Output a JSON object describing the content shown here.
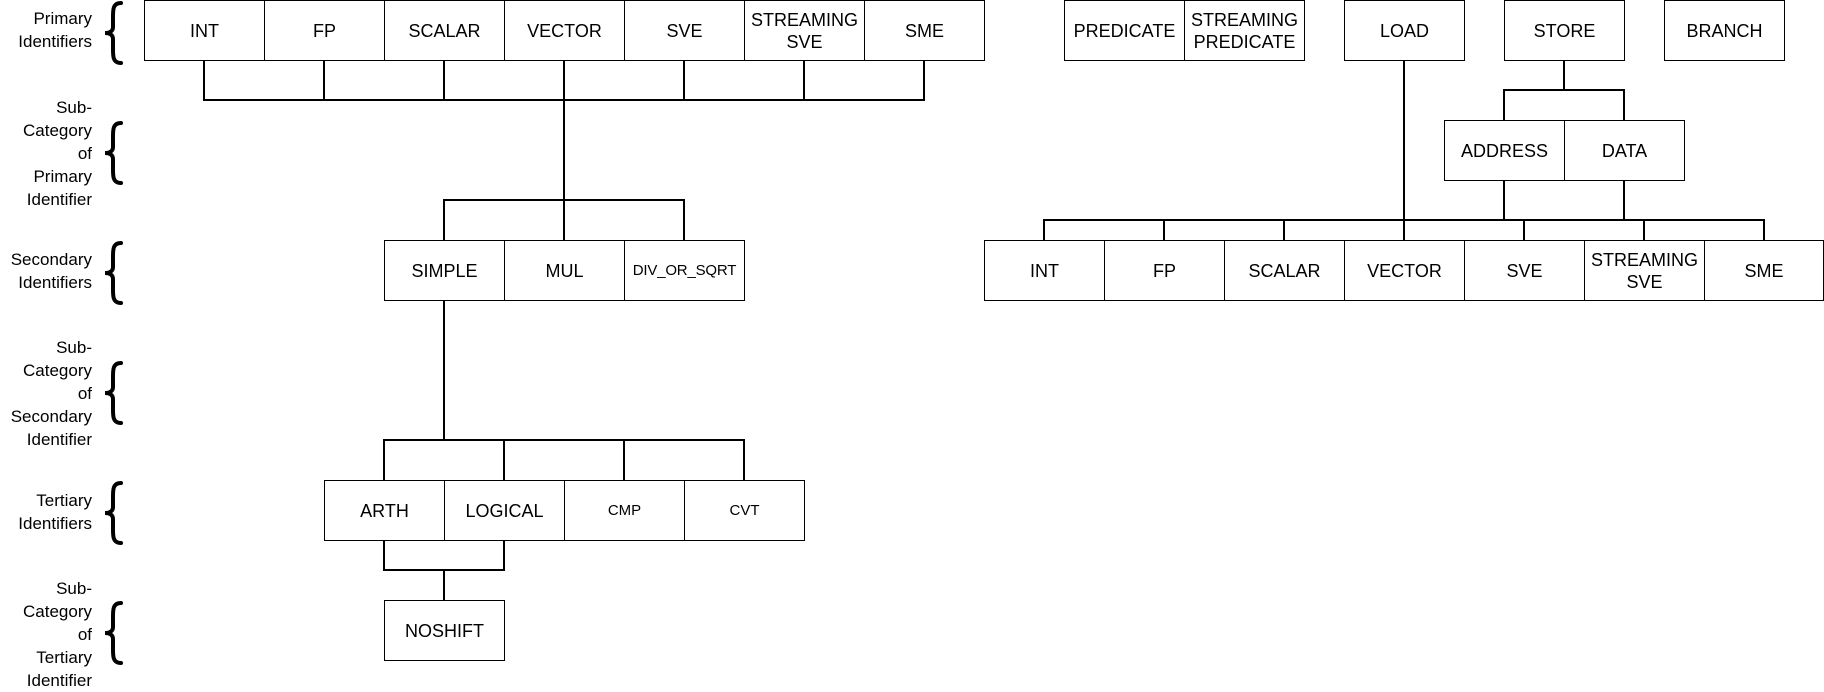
{
  "levels": [
    {
      "text": "Primary\nIdentifiers"
    },
    {
      "text": "Sub-\nCategory\nof\nPrimary\nIdentifier"
    },
    {
      "text": "Secondary\nIdentifiers"
    },
    {
      "text": "Sub-\nCategory\nof\nSecondary\nIdentifier"
    },
    {
      "text": "Tertiary\nIdentifiers"
    },
    {
      "text": "Sub-\nCategory\nof\nTertiary\nIdentifier"
    }
  ],
  "primary_compute": [
    "INT",
    "FP",
    "SCALAR",
    "VECTOR",
    "SVE",
    "STREAMING\nSVE",
    "SME"
  ],
  "primary_predicate": [
    "PREDICATE",
    "STREAMING\nPREDICATE"
  ],
  "primary_load": "LOAD",
  "primary_store": "STORE",
  "primary_branch": "BRANCH",
  "store_subcategories": [
    "ADDRESS",
    "DATA"
  ],
  "memory_secondary": [
    "INT",
    "FP",
    "SCALAR",
    "VECTOR",
    "SVE",
    "STREAMING\nSVE",
    "SME"
  ],
  "compute_secondary": [
    "SIMPLE",
    "MUL",
    "DIV_OR_SQRT"
  ],
  "tertiary": [
    "ARTH",
    "LOGICAL",
    "CMP",
    "CVT"
  ],
  "tertiary_subcategory": [
    "NOSHIFT"
  ]
}
